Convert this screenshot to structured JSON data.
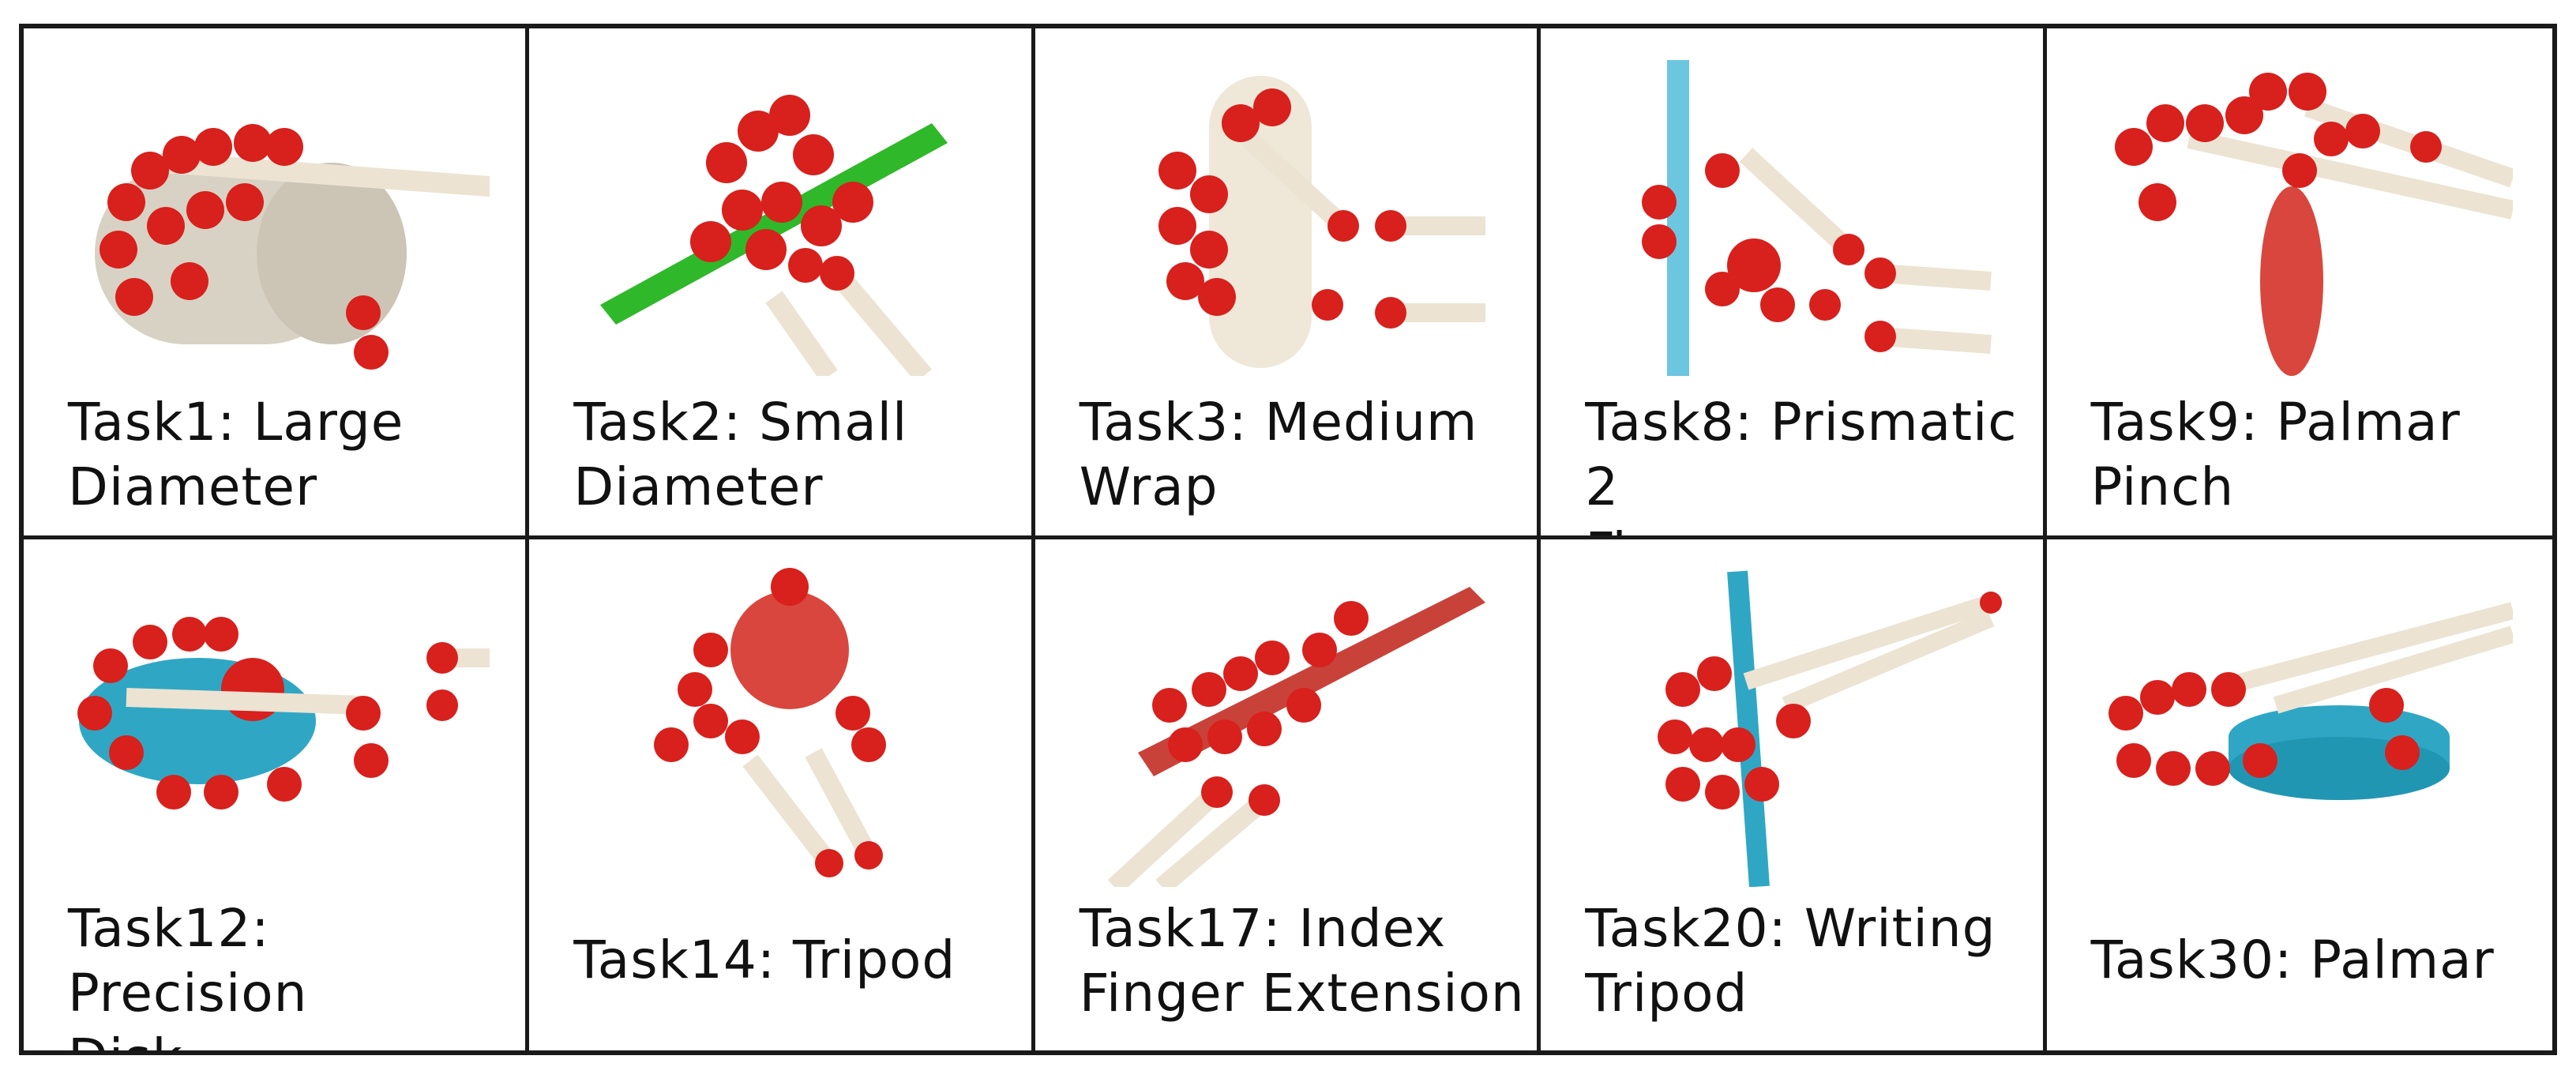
{
  "tasks": [
    {
      "line1": "Task1: Large",
      "line2": "Diameter",
      "object_color": "#d8d2c4",
      "object": "cylinder"
    },
    {
      "line1": "Task2: Small",
      "line2": "Diameter",
      "object_color": "#2fb82a",
      "object": "bar"
    },
    {
      "line1": "Task3: Medium",
      "line2": "Wrap",
      "object_color": "#efe8d8",
      "object": "capsule"
    },
    {
      "line1": "Task8: Prismatic 2",
      "line2": "Finger",
      "object_color": "#6cc6e0",
      "object": "thin-plate"
    },
    {
      "line1": "Task9: Palmar",
      "line2": "Pinch",
      "object_color": "#d9463d",
      "object": "disk"
    },
    {
      "line1": "Task12: Precision",
      "line2": "Disk",
      "object_color": "#2fa7c4",
      "object": "disk"
    },
    {
      "line1": "Task14: Tripod",
      "line2": "",
      "object_color": "#d9463d",
      "object": "sphere"
    },
    {
      "line1": "Task17: Index",
      "line2": "Finger Extension",
      "object_color": "#c9423a",
      "object": "bar"
    },
    {
      "line1": "Task20: Writing",
      "line2": "Tripod",
      "object_color": "#2fa7c4",
      "object": "rod"
    },
    {
      "line1": "Task30: Palmar",
      "line2": "",
      "object_color": "#2fa7c4",
      "object": "disk"
    }
  ],
  "joint_color": "#d8201c",
  "link_color": "#ece3d2"
}
